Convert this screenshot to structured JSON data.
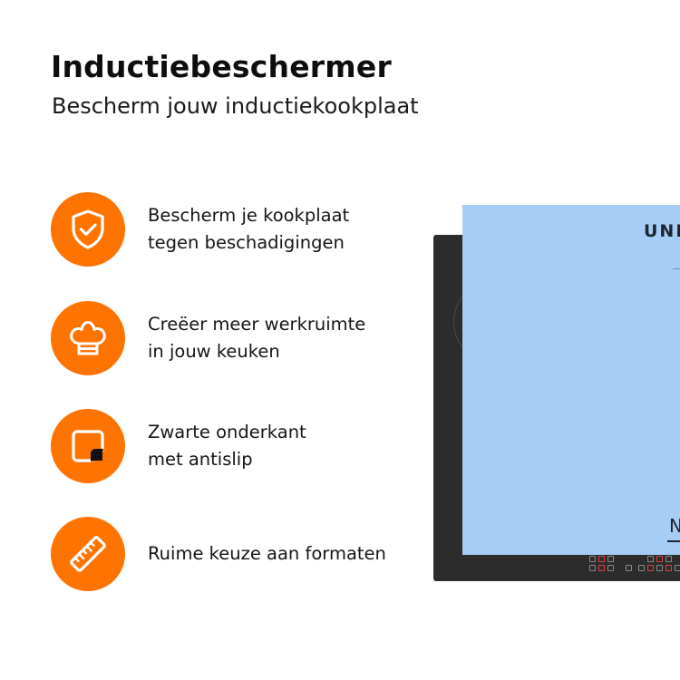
{
  "header": {
    "title": "Inductiebeschermer",
    "subtitle": "Bescherm jouw inductiekookplaat"
  },
  "features": [
    {
      "icon": "shield-check-icon",
      "lines": [
        "Bescherm je kookplaat",
        "tegen beschadigingen"
      ]
    },
    {
      "icon": "chef-hat-icon",
      "lines": [
        "Creëer meer werkruimte",
        "in jouw keuken"
      ]
    },
    {
      "icon": "non-slip-corner-icon",
      "lines": [
        "Zwarte onderkant",
        "met antislip"
      ]
    },
    {
      "icon": "ruler-icon",
      "lines": [
        "Ruime keuze aan formaten"
      ]
    }
  ],
  "product": {
    "protector_text_top": "UNI",
    "protector_text_bottom": "N"
  },
  "colors": {
    "accent": "#ff7300",
    "protector": "#a6cdf5",
    "cooktop": "#2c2c2c",
    "text": "#111111"
  }
}
